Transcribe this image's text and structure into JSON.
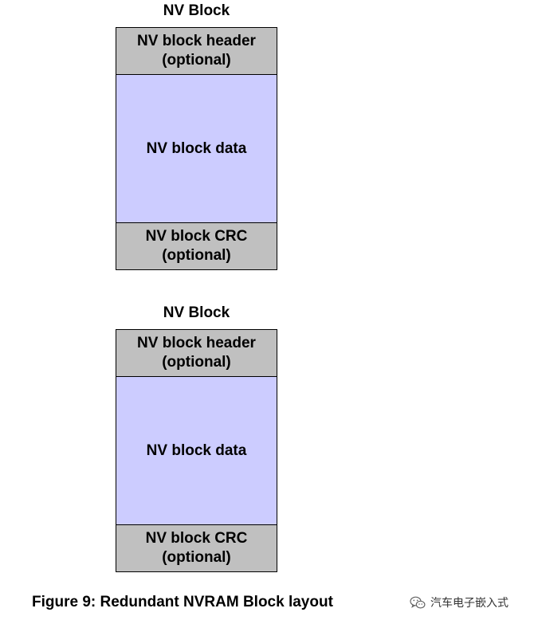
{
  "diagram": {
    "blocks": [
      {
        "title": "NV Block",
        "segments": {
          "header": {
            "line1": "NV block header",
            "line2": "(optional)"
          },
          "data": {
            "line1": "NV block data"
          },
          "crc": {
            "line1": "NV block CRC",
            "line2": "(optional)"
          }
        }
      },
      {
        "title": "NV Block",
        "segments": {
          "header": {
            "line1": "NV block header",
            "line2": "(optional)"
          },
          "data": {
            "line1": "NV block data"
          },
          "crc": {
            "line1": "NV block CRC",
            "line2": "(optional)"
          }
        }
      }
    ],
    "caption": "Figure 9: Redundant NVRAM Block layout"
  },
  "watermark": {
    "icon": "wechat-icon",
    "text": "汽车电子嵌入式"
  },
  "colors": {
    "header_fill": "#c0c0c0",
    "data_fill": "#ccccff",
    "crc_fill": "#c0c0c0",
    "border": "#000000"
  }
}
